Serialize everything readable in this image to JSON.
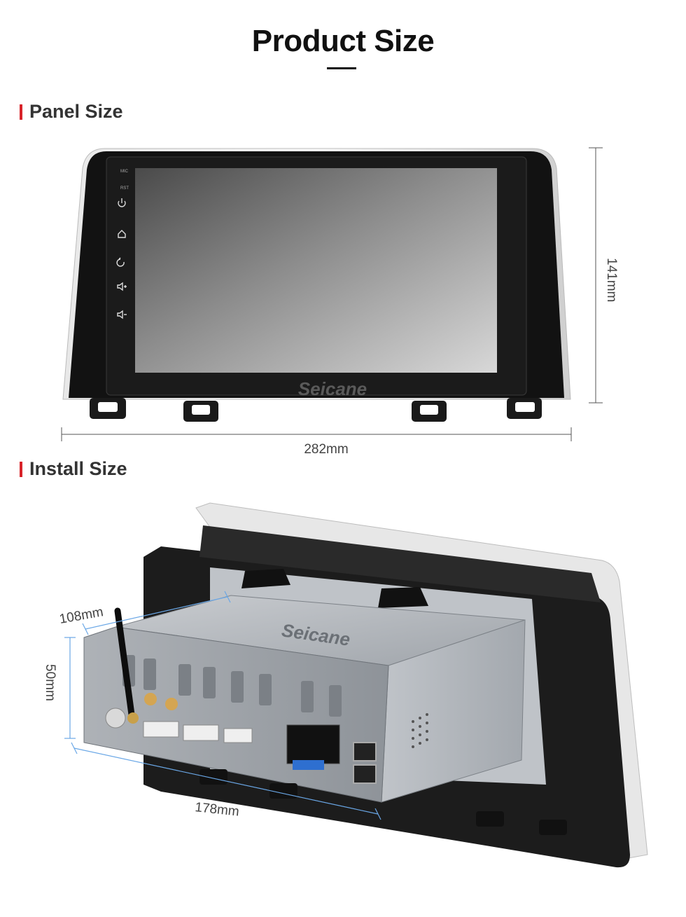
{
  "header": {
    "title": "Product Size"
  },
  "sections": {
    "panel": {
      "heading": "Panel Size",
      "width_label": "282mm",
      "height_label": "141mm",
      "brand": "Seicane",
      "buttons": [
        "MIC",
        "RST"
      ]
    },
    "install": {
      "heading": "Install Size",
      "depth_label": "108mm",
      "height_label": "50mm",
      "width_label": "178mm",
      "brand": "Seicane"
    }
  },
  "colors": {
    "accent": "#d8232a",
    "dimension_line": "#555555",
    "install_guide": "#6aa7e6"
  },
  "icons": [
    "power-icon",
    "home-icon",
    "back-icon",
    "volume-up-icon",
    "volume-down-icon"
  ]
}
